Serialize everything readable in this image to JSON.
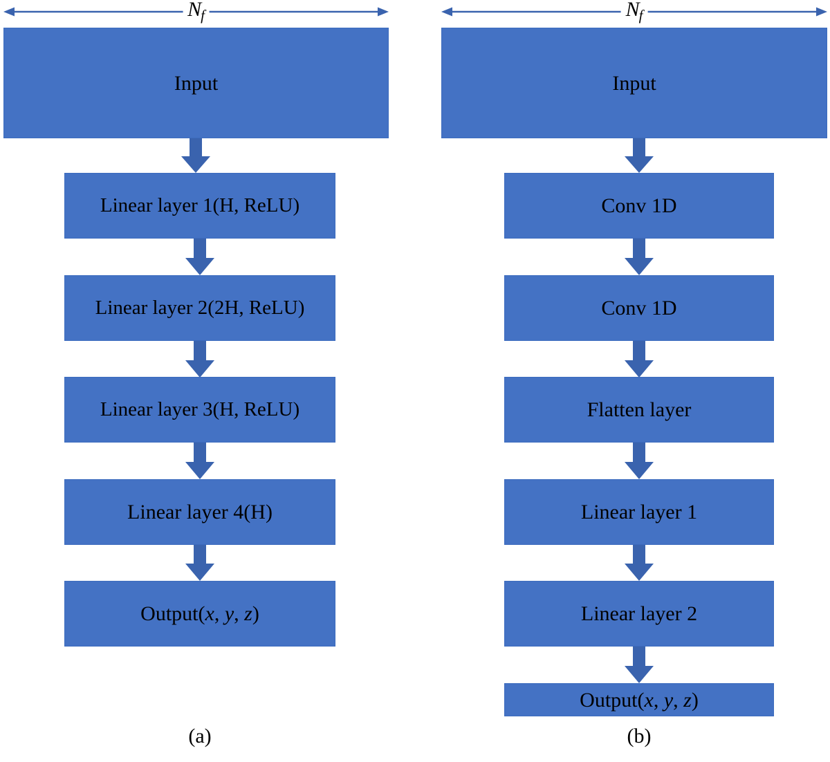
{
  "figure": {
    "title": "Neural network architecture comparison diagram",
    "background_color": "#FFFFFF",
    "block_fill_color": "#4472C4",
    "block_border_color": "#3C6BBE",
    "arrow_color": "#3A63AE",
    "dimension_line_color": "#3A63AE",
    "text_color": "#000000"
  },
  "panels": [
    {
      "id": "a",
      "caption": "(a)",
      "dimension_label_main": "N",
      "dimension_label_sub": "f",
      "input_block": {
        "label": "Input"
      },
      "blocks": [
        {
          "label": "Linear layer 1(H, ReLU)"
        },
        {
          "label": "Linear layer 2(2H, ReLU)"
        },
        {
          "label": "Linear layer 3(H, ReLU)"
        },
        {
          "label": "Linear layer 4(H)"
        }
      ],
      "output_block": {
        "prefix": "Output(",
        "var1": "x",
        "sep1": ", ",
        "var2": "y",
        "sep2": ", ",
        "var3": "z",
        "suffix": ")"
      }
    },
    {
      "id": "b",
      "caption": "(b)",
      "dimension_label_main": "N",
      "dimension_label_sub": "f",
      "input_block": {
        "label": "Input"
      },
      "blocks": [
        {
          "label": "Conv 1D"
        },
        {
          "label": "Conv 1D"
        },
        {
          "label": "Flatten layer"
        },
        {
          "label": "Linear layer 1"
        },
        {
          "label": "Linear layer 2"
        }
      ],
      "output_block": {
        "prefix": "Output(",
        "var1": "x",
        "sep1": ", ",
        "var2": "y",
        "sep2": ", ",
        "var3": "z",
        "suffix": ")"
      }
    }
  ]
}
